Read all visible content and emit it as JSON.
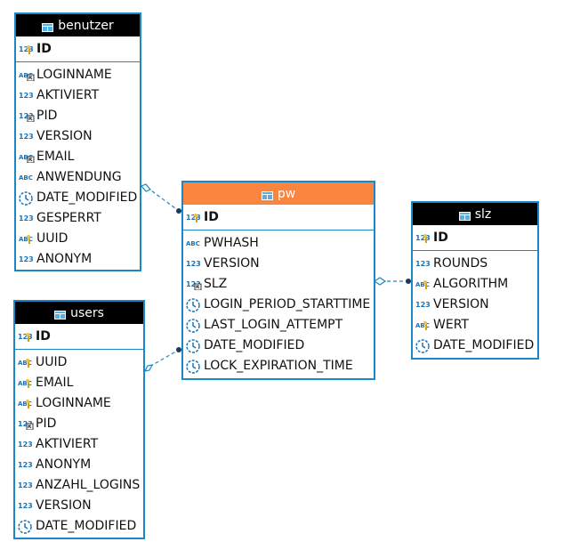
{
  "colors": {
    "border": "#1a87c6",
    "header": "#000000",
    "header_selected": "#f9853f",
    "connector": "#1a87c6"
  },
  "entities": {
    "benutzer": {
      "name": "benutzer",
      "pk": {
        "name": "ID",
        "type": "numeric-key"
      },
      "attributes": [
        {
          "name": "LOGINNAME",
          "type": "text-fk"
        },
        {
          "name": "AKTIVIERT",
          "type": "numeric"
        },
        {
          "name": "PID",
          "type": "numeric-fk"
        },
        {
          "name": "VERSION",
          "type": "numeric"
        },
        {
          "name": "EMAIL",
          "type": "text-fk"
        },
        {
          "name": "ANWENDUNG",
          "type": "text"
        },
        {
          "name": "DATE_MODIFIED",
          "type": "clock"
        },
        {
          "name": "GESPERRT",
          "type": "numeric"
        },
        {
          "name": "UUID",
          "type": "text-key"
        },
        {
          "name": "ANONYM",
          "type": "numeric"
        }
      ]
    },
    "users": {
      "name": "users",
      "pk": {
        "name": "ID",
        "type": "numeric-key"
      },
      "attributes": [
        {
          "name": "UUID",
          "type": "text-key"
        },
        {
          "name": "EMAIL",
          "type": "text-key"
        },
        {
          "name": "LOGINNAME",
          "type": "text-key"
        },
        {
          "name": "PID",
          "type": "numeric-fk"
        },
        {
          "name": "AKTIVIERT",
          "type": "numeric"
        },
        {
          "name": "ANONYM",
          "type": "numeric"
        },
        {
          "name": "ANZAHL_LOGINS",
          "type": "numeric"
        },
        {
          "name": "VERSION",
          "type": "numeric"
        },
        {
          "name": "DATE_MODIFIED",
          "type": "clock"
        }
      ]
    },
    "pw": {
      "name": "pw",
      "pk": {
        "name": "ID",
        "type": "numeric-key"
      },
      "attributes": [
        {
          "name": "PWHASH",
          "type": "text"
        },
        {
          "name": "VERSION",
          "type": "numeric"
        },
        {
          "name": "SLZ",
          "type": "numeric-fk"
        },
        {
          "name": "LOGIN_PERIOD_STARTTIME",
          "type": "clock"
        },
        {
          "name": "LAST_LOGIN_ATTEMPT",
          "type": "clock"
        },
        {
          "name": "DATE_MODIFIED",
          "type": "clock"
        },
        {
          "name": "LOCK_EXPIRATION_TIME",
          "type": "clock"
        }
      ]
    },
    "slz": {
      "name": "slz",
      "pk": {
        "name": "ID",
        "type": "numeric-key"
      },
      "attributes": [
        {
          "name": "ROUNDS",
          "type": "numeric"
        },
        {
          "name": "ALGORITHM",
          "type": "text-key"
        },
        {
          "name": "VERSION",
          "type": "numeric"
        },
        {
          "name": "WERT",
          "type": "text-key"
        },
        {
          "name": "DATE_MODIFIED",
          "type": "clock"
        }
      ]
    }
  }
}
